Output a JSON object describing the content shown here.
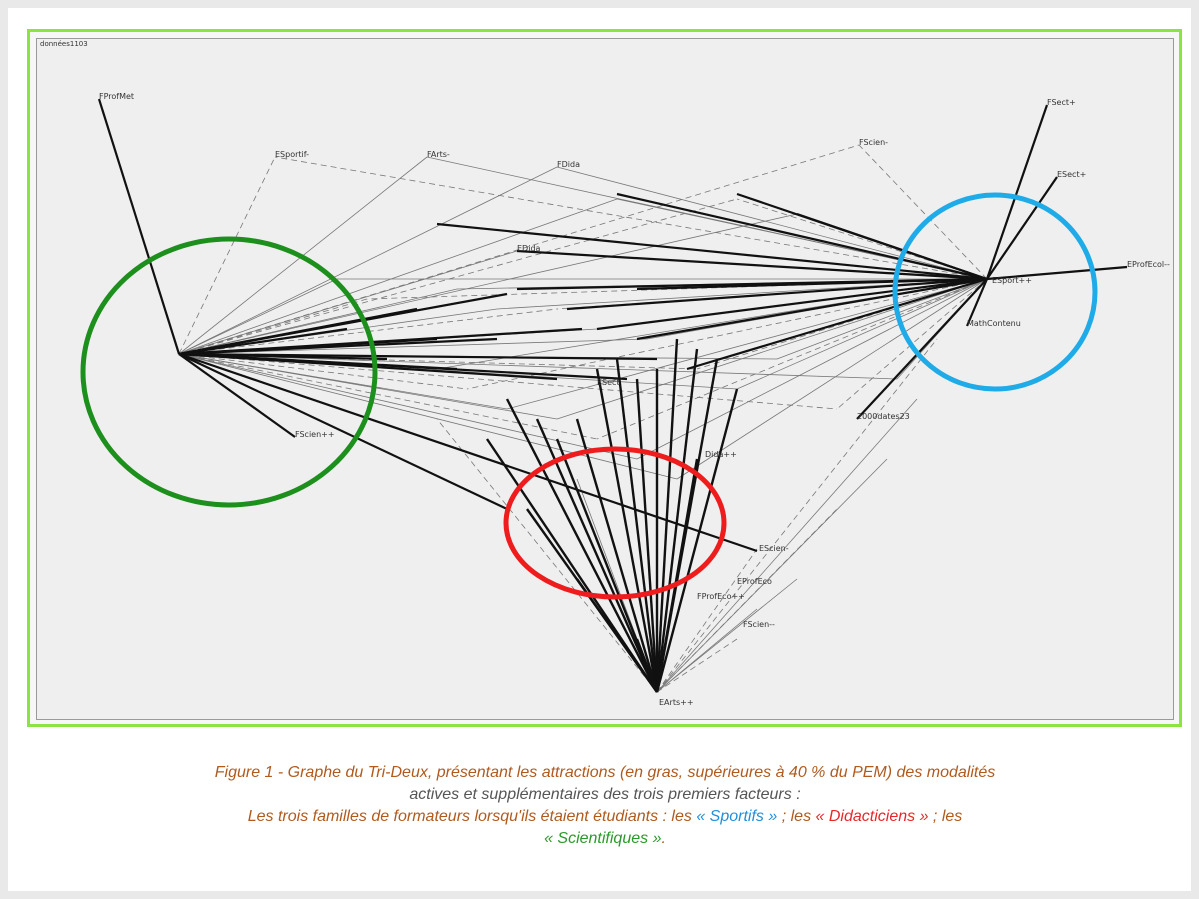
{
  "plot": {
    "corner_tag": "données1103",
    "labels": [
      {
        "text": "FProfMet",
        "kind": "pole"
      },
      {
        "text": "ESportif-",
        "kind": "node"
      },
      {
        "text": "FArts-",
        "kind": "node"
      },
      {
        "text": "FDida",
        "kind": "node"
      },
      {
        "text": "FScien-",
        "kind": "node"
      },
      {
        "text": "FSect+",
        "kind": "pole"
      },
      {
        "text": "ESect+",
        "kind": "node"
      },
      {
        "text": "EProfEcol--",
        "kind": "node"
      },
      {
        "text": "ESport++",
        "kind": "pole"
      },
      {
        "text": "MathContenu",
        "kind": "node"
      },
      {
        "text": "EDida",
        "kind": "node"
      },
      {
        "text": "FScien++",
        "kind": "pole"
      },
      {
        "text": "EArts++",
        "kind": "pole"
      },
      {
        "text": "EScien-",
        "kind": "node"
      },
      {
        "text": "FScien--",
        "kind": "node"
      },
      {
        "text": "FProfEco++",
        "kind": "node"
      },
      {
        "text": "EProfEco",
        "kind": "node"
      },
      {
        "text": "2000dates23",
        "kind": "node"
      },
      {
        "text": "Dida++",
        "kind": "node"
      },
      {
        "text": "ESect",
        "kind": "node"
      }
    ]
  },
  "legend_colors": {
    "sportifs": "#1faae8",
    "didacticiens": "#ee1c1c",
    "scientifiques": "#1d8f1d"
  },
  "caption": {
    "line1": "Figure 1 - Graphe du Tri-Deux, présentant les attractions (en gras, supérieures à 40 % du PEM) des modalités",
    "line2": "actives et supplémentaires des trois premiers facteurs :",
    "line3_prefix": "Les trois familles de formateurs lorsqu'ils étaient étudiants : les",
    "group1": "« Sportifs »",
    "sep1": "; les",
    "group2": "« Didacticiens »",
    "sep2": "; les",
    "group3": "« Scientifiques »",
    "end": "."
  }
}
